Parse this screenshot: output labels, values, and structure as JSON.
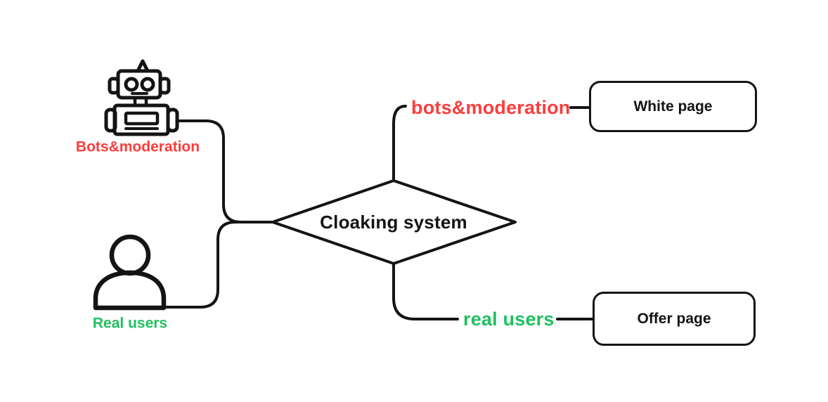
{
  "colors": {
    "accent_red": "#fb3d3d",
    "accent_green": "#1fc05f",
    "stroke": "#141414",
    "background": "#ffffff"
  },
  "inputs": {
    "bots": {
      "icon": "robot-icon",
      "label": "Bots&moderation"
    },
    "real_users": {
      "icon": "person-icon",
      "label": "Real users"
    }
  },
  "decision": {
    "shape": "diamond",
    "label": "Cloaking system"
  },
  "outcomes": {
    "bots": {
      "branch_label": "bots&moderation",
      "node_label": "White page"
    },
    "real_users": {
      "branch_label": "real users",
      "node_label": "Offer page"
    }
  }
}
